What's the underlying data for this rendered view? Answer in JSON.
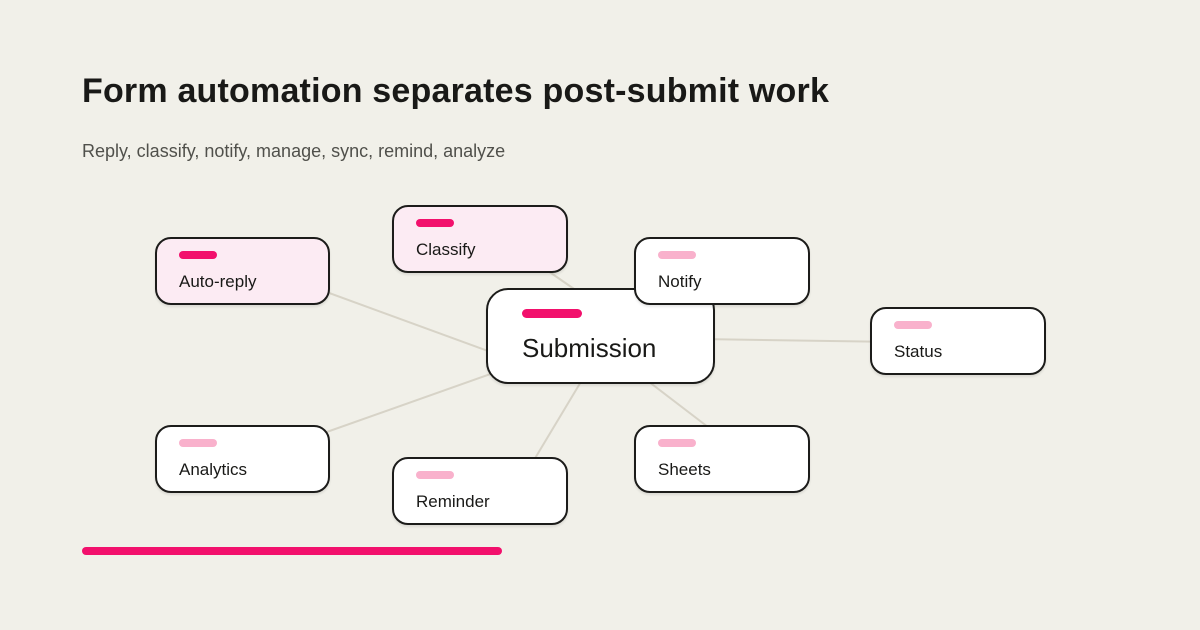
{
  "page": {
    "title": "Form automation separates post-submit work",
    "subtitle": "Reply, classify, notify, manage, sync, remind, analyze"
  },
  "colors": {
    "background": "#f1f0e9",
    "accent": "#f2106c",
    "accent_soft": "#f9b1cc",
    "node_tint": "#fcebf3",
    "node_bg": "#ffffff",
    "border": "#1c1c1a",
    "edge": "#d7d3c7",
    "text": "#191917",
    "muted": "#50504b"
  },
  "diagram": {
    "center_node": {
      "id": "submission",
      "label": "Submission",
      "accent": "strong",
      "tinted": false
    },
    "nodes": [
      {
        "id": "auto-reply",
        "label": "Auto-reply",
        "accent": "strong",
        "tinted": true
      },
      {
        "id": "classify",
        "label": "Classify",
        "accent": "strong",
        "tinted": true
      },
      {
        "id": "notify",
        "label": "Notify",
        "accent": "soft",
        "tinted": false
      },
      {
        "id": "status",
        "label": "Status",
        "accent": "soft",
        "tinted": false
      },
      {
        "id": "analytics",
        "label": "Analytics",
        "accent": "soft",
        "tinted": false
      },
      {
        "id": "reminder",
        "label": "Reminder",
        "accent": "soft",
        "tinted": false
      },
      {
        "id": "sheets",
        "label": "Sheets",
        "accent": "soft",
        "tinted": false
      }
    ],
    "edges": [
      {
        "from": "submission",
        "to": "auto-reply"
      },
      {
        "from": "submission",
        "to": "classify"
      },
      {
        "from": "submission",
        "to": "notify"
      },
      {
        "from": "submission",
        "to": "status"
      },
      {
        "from": "submission",
        "to": "analytics"
      },
      {
        "from": "submission",
        "to": "reminder"
      },
      {
        "from": "submission",
        "to": "sheets"
      }
    ]
  }
}
